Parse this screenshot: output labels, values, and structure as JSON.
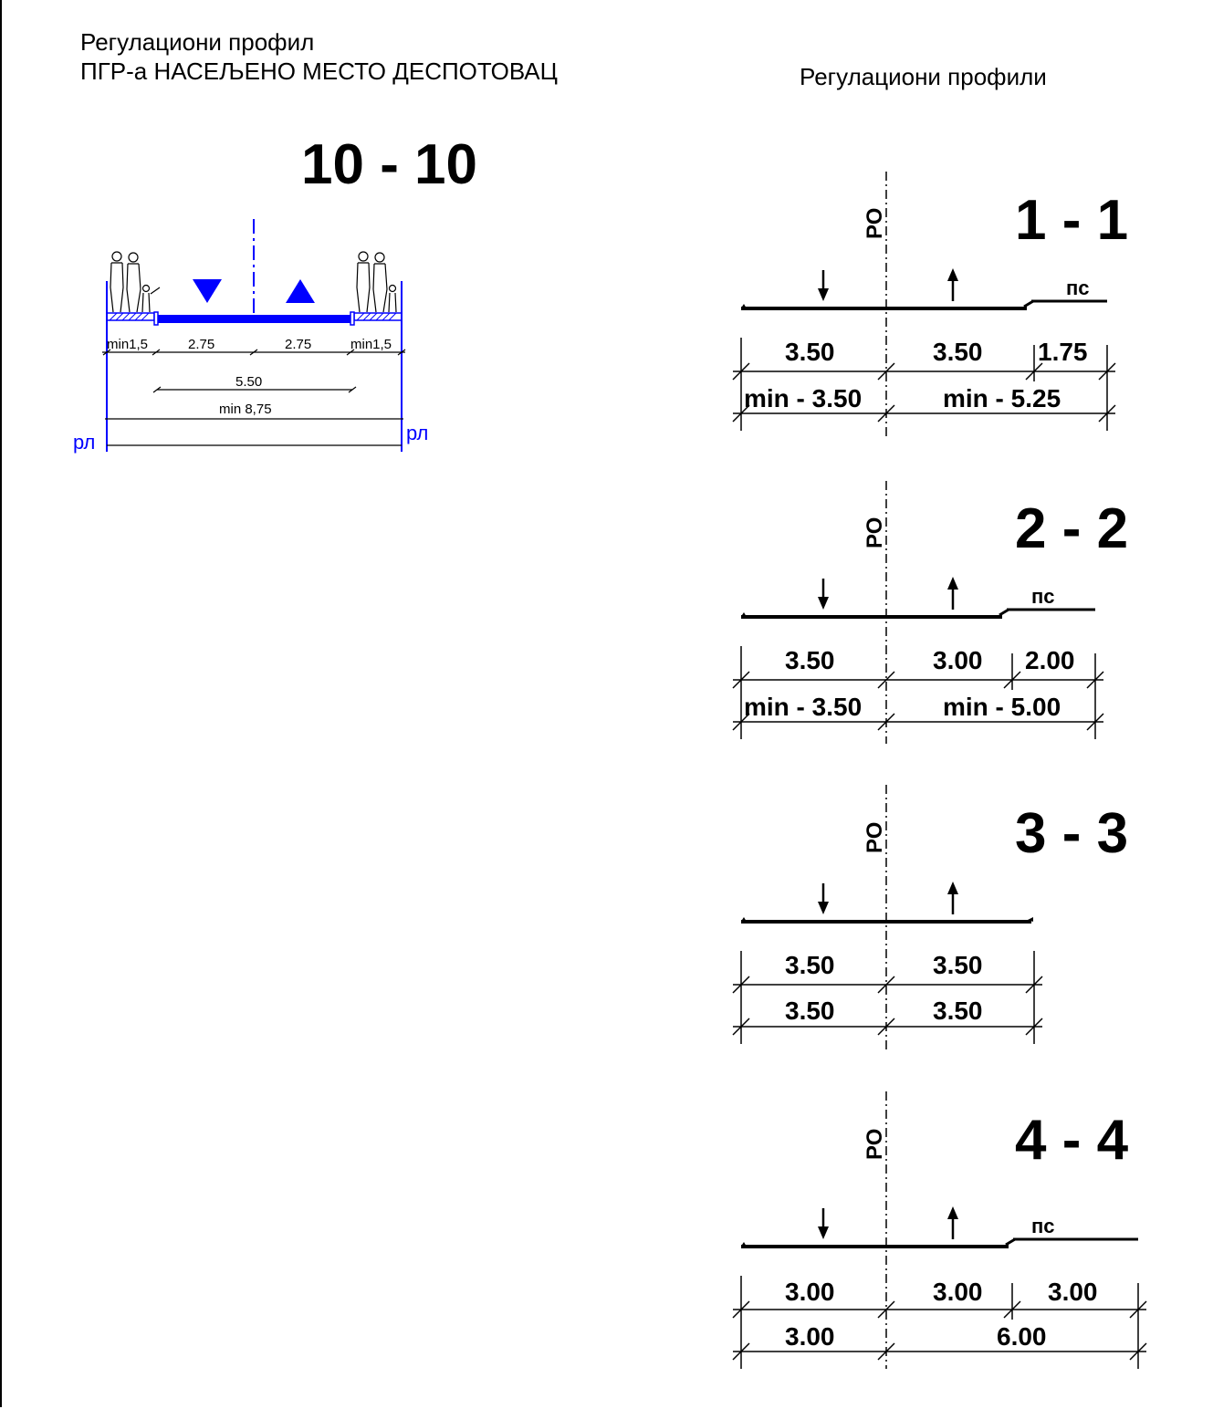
{
  "header": {
    "title_line1": "Регулациони профил",
    "title_line2": "ПГР-а НАСЕЉЕНО МЕСТО ДЕСПОТОВАЦ",
    "right_title": "Регулациони профили"
  },
  "profile_10": {
    "label": "10  -  10",
    "dims_top": [
      "min1,5",
      "2.75",
      "2.75",
      "min1,5"
    ],
    "dim_mid": "5.50",
    "dim_total": "min 8,75",
    "rl_left": "рл",
    "rl_right": "рл",
    "color": "#0000ff"
  },
  "profiles": [
    {
      "label": "1  -  1",
      "axis": "РО",
      "ps": "пс",
      "row1": [
        "3.50",
        "3.50",
        "1.75"
      ],
      "row2": [
        "min - 3.50",
        "min - 5.25"
      ]
    },
    {
      "label": "2  -  2",
      "axis": "РО",
      "ps": "пс",
      "row1": [
        "3.50",
        "3.00",
        "2.00"
      ],
      "row2": [
        "min - 3.50",
        "min - 5.00"
      ]
    },
    {
      "label": "3  -  3",
      "axis": "РО",
      "ps": "",
      "row1": [
        "3.50",
        "3.50"
      ],
      "row2": [
        "3.50",
        "3.50"
      ]
    },
    {
      "label": "4  -  4",
      "axis": "РО",
      "ps": "пс",
      "row1": [
        "3.00",
        "3.00",
        "3.00"
      ],
      "row2": [
        "3.00",
        "6.00"
      ]
    }
  ]
}
